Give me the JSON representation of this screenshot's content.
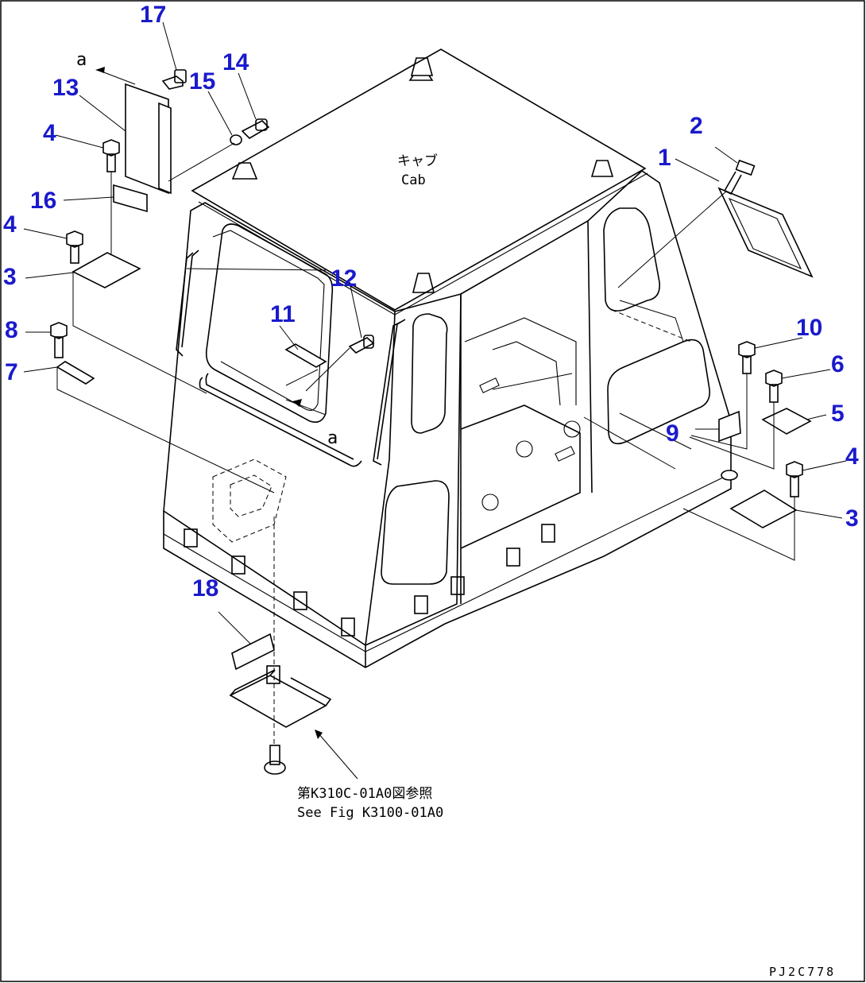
{
  "labels": {
    "cab_jp": "キャブ",
    "cab_en": "Cab",
    "ref_mark": "a",
    "see_fig_jp": "第K310C-01A0図参照",
    "see_fig_en": "See Fig K3100-01A0",
    "drawing_code": "PJ2C778"
  },
  "callouts": [
    "1",
    "2",
    "3",
    "4",
    "5",
    "6",
    "7",
    "8",
    "9",
    "10",
    "11",
    "12",
    "13",
    "14",
    "15",
    "16",
    "17",
    "18"
  ],
  "colors": {
    "callout": "#1a1acc",
    "line": "#000000",
    "background": "#ffffff"
  }
}
